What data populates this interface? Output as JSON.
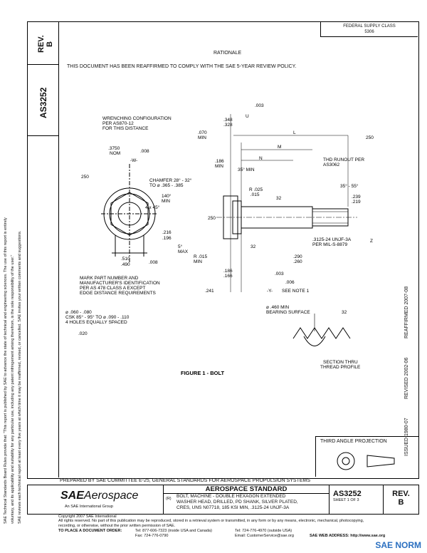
{
  "header": {
    "rev_label": "REV.",
    "rev_value": "B",
    "doc_number": "AS3252",
    "fsc": "FEDERAL SUPPLY CLASS\n5306",
    "rationale_title": "RATIONALE",
    "rationale_text": "THIS DOCUMENT HAS BEEN REAFFIRMED TO COMPLY WITH THE SAE 5-YEAR REVIEW POLICY."
  },
  "left_margin_text": [
    "SAE Technical Standards Board Rules provide that: \"This report is published by SAE to advance the state of technical and engineering sciences. The use of this report is entirely",
    "voluntary, and its applicability and suitability for any particular use, including any patent infringement arising therefrom, is the sole responsibility of the user.\"",
    "SAE reviews each technical report at least every five years at which time it may be reaffirmed, revised, or cancelled. SAE invites your written comments and suggestions."
  ],
  "drawing": {
    "labels": {
      "wrenching": "WRENCHING CONFIGURATION\nPER AS870-12\nFOR THIS DISTANCE",
      "nom": ".3750\nNOM",
      "nom_tol": ".008",
      "datum_w": "-W-",
      "dim_250a": "250",
      "hex_4x45": "4 x 45°",
      "dim_216": ".216\n.196",
      "dim_510": ".510\n.490",
      "tol_008y": ".008",
      "mark_note": "MARK PART NUMBER AND\nMANUFACTURER'S IDENTIFICATION\nPER AS 478 CLASS A EXCEPT\nEDGE DISTANCE REQUIREMENTS",
      "holes_note": "⌀ .060 - .080\nCSK 85° - 95° TO ⌀ .090 - .110\n4 HOLES EQUALLY SPACED",
      "holes_fcf": ".020",
      "chamfer": "CHAMFER 28° - 32°\nTO ⌀ .365 - .385",
      "dim_070": ".070\nMIN",
      "dim_186": ".186\nMIN",
      "dim_348": ".348\n.328",
      "fcf_top": ".003",
      "datum_u": "U",
      "dim_L": "L",
      "dim_M": "M",
      "dim_N": "N",
      "angle_35": "35° MIN",
      "thd_runout": "THD RUNOUT PER\nAS3062",
      "angle_35_55": "35° - 55°",
      "dim_239": ".239\n.219",
      "dim_250b": "250",
      "r_025": "R .025\n  .015",
      "angle_140": "140°\nMIN",
      "dim_32a": "32",
      "dim_250c": "250",
      "angle_5": "5°\nMAX",
      "r_015": "R .015\nMIN",
      "thread": ".3125-24 UNJF-3A\nPER MIL-S-8879",
      "datum_z": "Z",
      "dim_32b": "32",
      "dim_290": ".290\n.260",
      "dim_186b": ".186\n.166",
      "dim_241": ".241",
      "fcf_003": ".003",
      "fcf_006": ".006",
      "datum_y": "-Y-",
      "see_note": "SEE NOTE 1",
      "bearing": "⌀ .460 MIN\nBEARING SURFACE",
      "dim_32c": "32",
      "section": "SECTION THRU\nTHREAD PROFILE",
      "figure_title": "FIGURE 1 - BOLT"
    }
  },
  "right_strip": {
    "reaffirmed": "REAFFIRMED   2007-08",
    "revised": "REVISED   2002-06",
    "issued": "ISSUED   1980-07"
  },
  "third_angle": "THIRD ANGLE PROJECTION",
  "footer": {
    "prepared_by": "PREPARED BY SAE COMMITTEE E-25, GENERAL STANDARDS FOR AEROSPACE PROPULSION SYSTEMS",
    "logo": "SAE Aerospace",
    "logo_sub": "An SAE International Group",
    "standard_title": "AEROSPACE STANDARD",
    "r_marker": "(R)",
    "description": "BOLT, MACHINE - DOUBLE HEXAGON EXTENDED\nWASHER HEAD, DRILLED, PD SHANK, SILVER PLATED,\nCRES, UNS N07718, 185 KSI MIN, .3125-24 UNJF-3A",
    "doc_number": "AS3252",
    "sheet": "SHEET 1 OF 3",
    "rev_label": "REV.",
    "rev_value": "B"
  },
  "legal": {
    "copyright": "Copyright 2007 SAE International",
    "rights": "All rights reserved. No part of this publication may be reproduced, stored in a retrieval system or transmitted, in any form or by any means, electronic, mechanical, photocopying,",
    "rights2": "recording, or otherwise, without the prior written permission of SAE.",
    "order_label": "TO PLACE A DOCUMENT ORDER:",
    "tel": "Tel: 877-606-7323 (inside USA and Canada)",
    "tel2": "Tel: 724-776-4970 (outside USA)",
    "fax": "Fax: 724-776-0790",
    "email": "Email: CustomerService@sae.org",
    "web": "SAE WEB ADDRESS: http://www.sae.org"
  },
  "watermark": "SAE NORM"
}
